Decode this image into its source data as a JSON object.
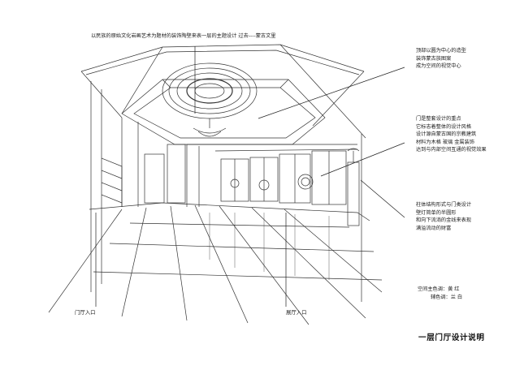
{
  "annotations": {
    "theme": "以民族的原始文化岩画艺术为题材的装饰陶壁来表一层的主题设计 过去----蒙古文里",
    "ceiling": [
      "顶部以圆为中心的造型",
      "装饰蒙古族图案",
      "成为空间的视觉中心"
    ],
    "door": [
      "门是整套设计的重点",
      "它标志着整体的设计风格",
      "设计源自蒙古国的宗教建筑",
      "材料为木格 玻璃 金属装饰",
      "达到与内部空间互通的视觉效果"
    ],
    "column": [
      "柱体结构形式与门类设计",
      "壁灯简单的半圆形",
      "和向下流淌的金线来表现",
      "满溢流动的财富"
    ],
    "colors": {
      "main_label": "空间主色调：",
      "main_value": "黄  红",
      "aux_label": "辅色调：",
      "aux_value": "兰  白"
    }
  },
  "labels": {
    "entrance_left": "门厅入口",
    "entrance_right": "展厅入口"
  },
  "title": "一层门厅设计说明"
}
